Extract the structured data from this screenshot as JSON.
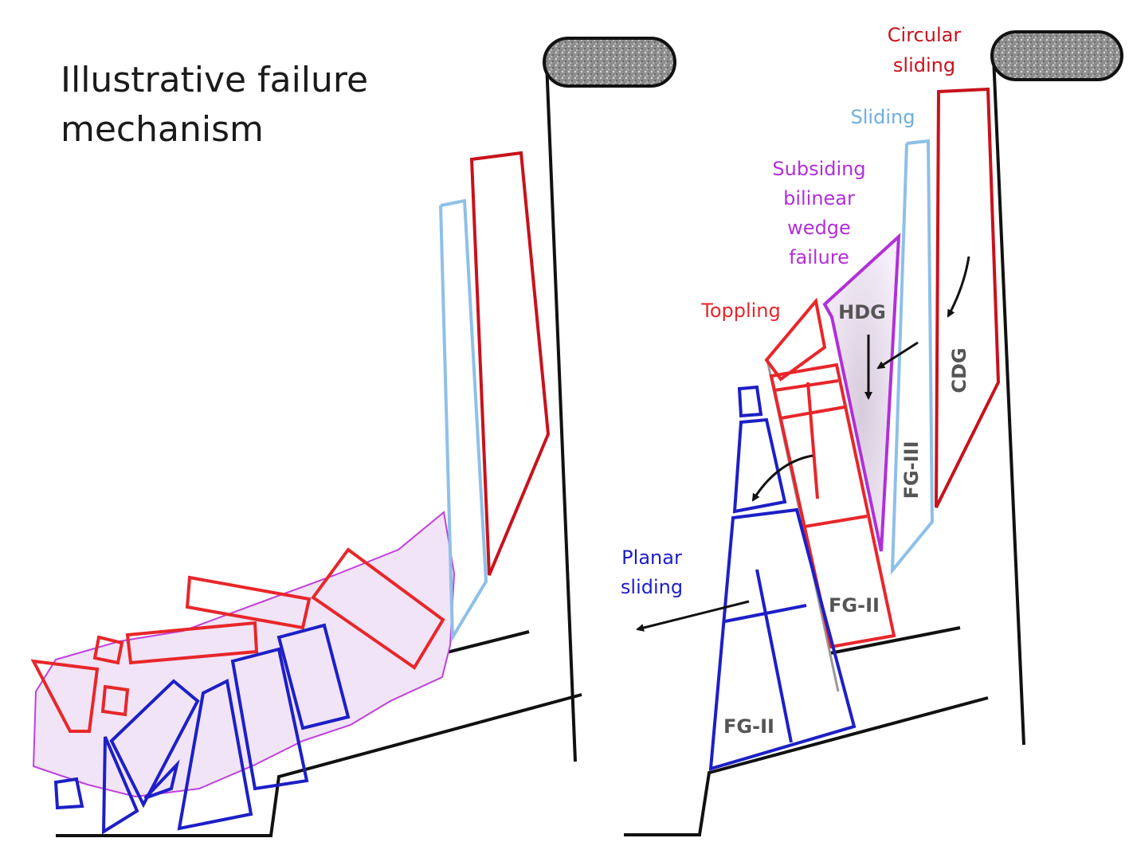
{
  "title": {
    "line1": "Illustrative failure",
    "line2": "mechanism"
  },
  "labels": {
    "circular_sliding_1": "Circular",
    "circular_sliding_2": "sliding",
    "sliding": "Sliding",
    "subsiding_1": "Subsiding",
    "subsiding_2": "bilinear",
    "subsiding_3": "wedge",
    "subsiding_4": "failure",
    "toppling": "Toppling",
    "planar_1": "Planar",
    "planar_2": "sliding",
    "hdg": "HDG",
    "cdg": "CDG",
    "fg3": "FG-III",
    "fg2_top": "FG-II",
    "fg2_bottom": "FG-II"
  },
  "colors": {
    "red": "#e8262a",
    "dark_red": "#c8121c",
    "blue": "#1d1fc6",
    "light_blue": "#8ec0e8",
    "purple": "#b030d8",
    "purple_fill": "#f3e6f7",
    "black": "#111111",
    "grey_text": "#555555",
    "stone": "#9a9a9a"
  }
}
